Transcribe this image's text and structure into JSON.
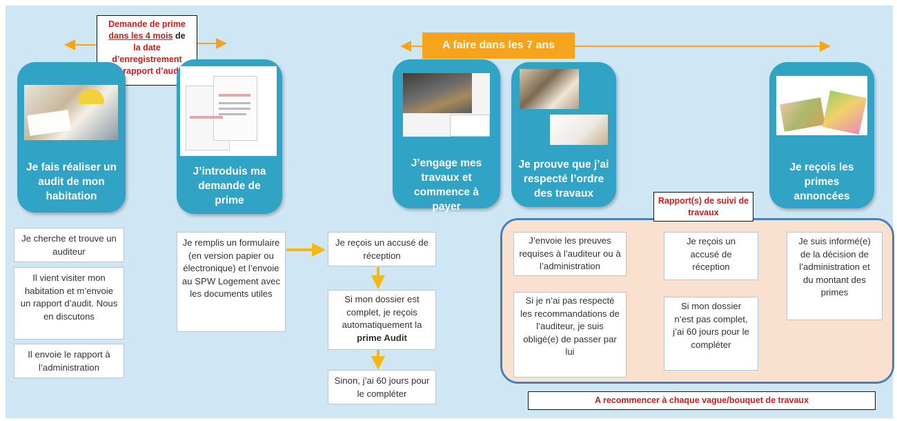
{
  "deadline_note": {
    "line1": "Demande de prime",
    "line2_underlined": "dans les 4 mois",
    "line2_rest": " de",
    "line3": "la date",
    "line4": "d’enregistrement",
    "line5": "du rapport d’audit"
  },
  "timeframe_banner": "A faire dans les 7 ans",
  "steps": [
    {
      "title": "Je fais réaliser un audit de mon habitation",
      "photo": "audit-meeting-photo"
    },
    {
      "title": "J’introduis ma demande de prime",
      "photo": "form-documents-photo"
    },
    {
      "title": "J’engage mes travaux et commence à payer",
      "photo": "roof-works-photo"
    },
    {
      "title": "Je prouve que j’ai respecté l’ordre des travaux",
      "photo": "workers-photo"
    },
    {
      "title": "Je reçois les primes annoncées",
      "photo": "money-photo"
    }
  ],
  "col1_boxes": [
    "Je cherche et trouve un auditeur",
    "Il vient visiter mon habitation et m’envoie un rapport d’audit. Nous en discutons",
    "Il envoie le rapport à l’administration"
  ],
  "col2_box": "Je remplis un formulaire (en version papier ou électronique) et l’envoie au SPW Logement avec les documents utiles",
  "col3_boxes": {
    "receipt": "Je reçois un accusé de réception",
    "complete_pre": "Si mon dossier est complet, je reçois automatiquement la",
    "complete_bold": "prime Audit",
    "incomplete": "Sinon, j’ai 60 jours pour le compléter"
  },
  "followup": {
    "label": "Rapport(s) de suivi de travaux",
    "send_proofs": "J’envoie les preuves requises à l’auditeur ou à l’administration",
    "not_respected": "Si je n’ai pas respecté les recommandations de l’auditeur, je suis obligé(e) de passer par lui",
    "receipt": "Je reçois un accusé de réception",
    "incomplete": "Si mon dossier n’est pas complet, j’ai 60 jours pour le compléter",
    "decision": "Je suis informé(e) de la décision de l’administration et du montant des primes"
  },
  "repeat_note": "A recommencer à chaque vague/bouquet de travaux",
  "colors": {
    "background": "#cfe6f5",
    "step_blue": "#31a4c6",
    "orange": "#f7a31b",
    "arrow_yellow": "#f5b80f",
    "red_text": "#d11a1a",
    "followup_fill": "#fae0cf",
    "followup_border": "#4a7fbd"
  }
}
